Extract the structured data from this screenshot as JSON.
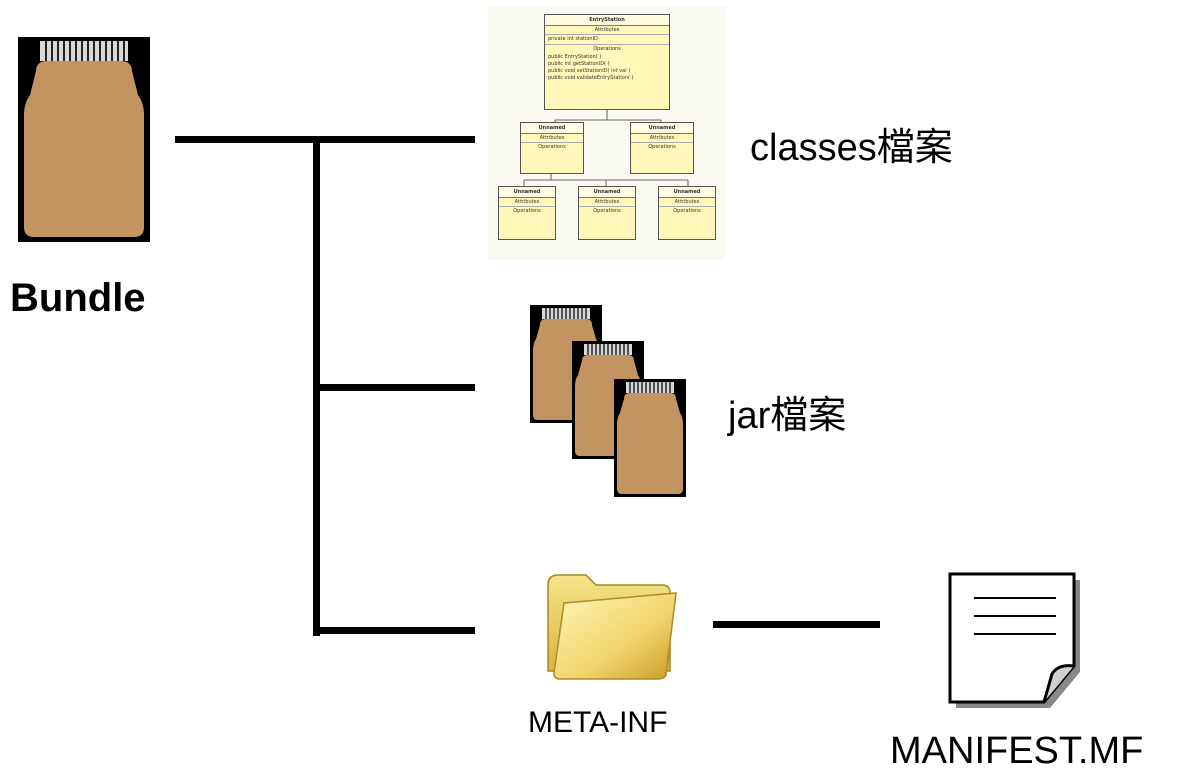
{
  "root": {
    "label": "Bundle",
    "icon": "jar-icon"
  },
  "children": [
    {
      "label": "classes檔案",
      "icon": "uml-class-diagram-icon",
      "uml": {
        "main_class": "EntryStation",
        "attributes_title": "Attributes",
        "attribute": "private int stationID",
        "operations_title": "Operations",
        "operations": [
          "public EntryStation( )",
          "public int getStationID( )",
          "public void setStationID( int val )",
          "public void validateEntryStation( )"
        ],
        "sub_class_name": "Unnamed",
        "sub_attr": "Attributes",
        "sub_ops": "Operations"
      }
    },
    {
      "label": "jar檔案",
      "icon": "jar-stack-icon"
    },
    {
      "label": "META-INF",
      "icon": "folder-icon"
    }
  ],
  "leaf": {
    "label": "MANIFEST.MF",
    "icon": "document-icon"
  }
}
